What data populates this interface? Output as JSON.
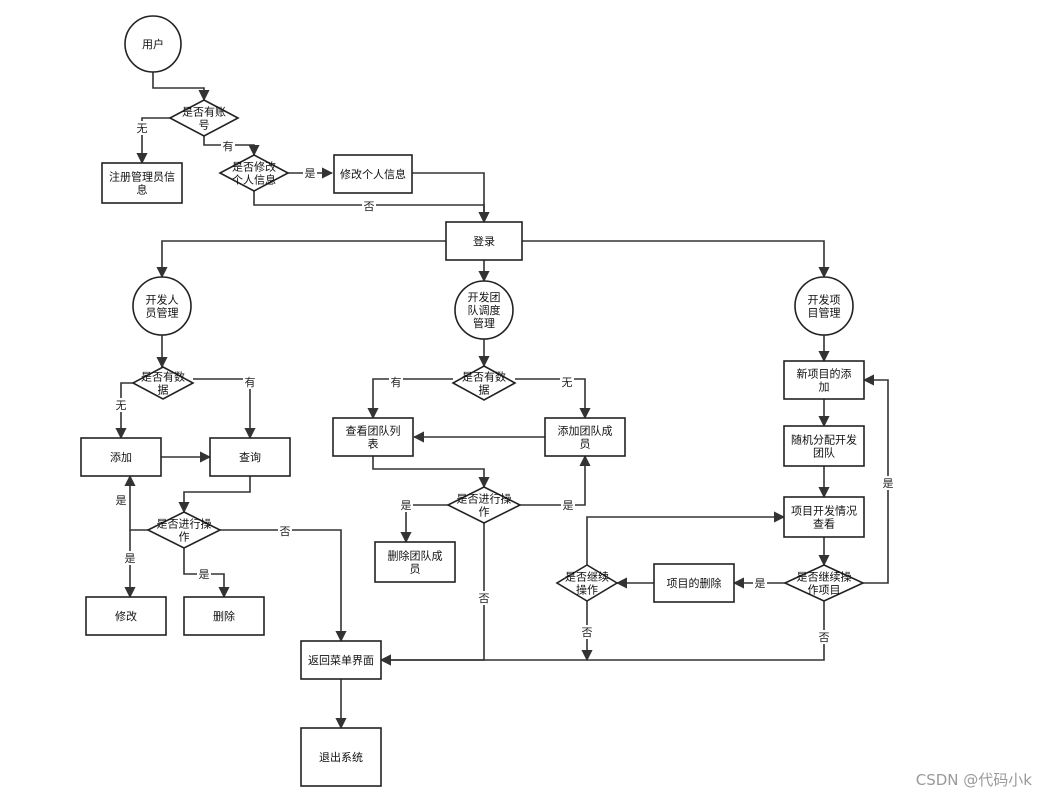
{
  "nodes": [
    {
      "id": "user",
      "shape": "circle",
      "lines": [
        "用户"
      ]
    },
    {
      "id": "has_account",
      "shape": "diamond",
      "lines": [
        "是否有账",
        "号"
      ]
    },
    {
      "id": "register_admin",
      "shape": "rect",
      "lines": [
        "注册管理员信",
        "息"
      ]
    },
    {
      "id": "modify_q",
      "shape": "diamond",
      "lines": [
        "是否修改",
        "个人信息"
      ]
    },
    {
      "id": "modify_info",
      "shape": "rect",
      "lines": [
        "修改个人信息"
      ]
    },
    {
      "id": "login",
      "shape": "rect",
      "lines": [
        "登录"
      ]
    },
    {
      "id": "dev_staff",
      "shape": "circle",
      "lines": [
        "开发人",
        "员管理"
      ]
    },
    {
      "id": "dev_team",
      "shape": "circle",
      "lines": [
        "开发团",
        "队调度",
        "管理"
      ]
    },
    {
      "id": "dev_project",
      "shape": "circle",
      "lines": [
        "开发项",
        "目管理"
      ]
    },
    {
      "id": "staff_has_data",
      "shape": "diamond",
      "lines": [
        "是否有数",
        "据"
      ]
    },
    {
      "id": "staff_add",
      "shape": "rect",
      "lines": [
        "添加"
      ]
    },
    {
      "id": "staff_query",
      "shape": "rect",
      "lines": [
        "查询"
      ]
    },
    {
      "id": "staff_op_q",
      "shape": "diamond",
      "lines": [
        "是否进行操",
        "作"
      ]
    },
    {
      "id": "staff_edit",
      "shape": "rect",
      "lines": [
        "修改"
      ]
    },
    {
      "id": "staff_delete",
      "shape": "rect",
      "lines": [
        "删除"
      ]
    },
    {
      "id": "team_has_data",
      "shape": "diamond",
      "lines": [
        "是否有数",
        "据"
      ]
    },
    {
      "id": "team_list",
      "shape": "rect",
      "lines": [
        "查看团队列",
        "表"
      ]
    },
    {
      "id": "team_add_member",
      "shape": "rect",
      "lines": [
        "添加团队成",
        "员"
      ]
    },
    {
      "id": "team_op_q",
      "shape": "diamond",
      "lines": [
        "是否进行操",
        "作"
      ]
    },
    {
      "id": "team_del_member",
      "shape": "rect",
      "lines": [
        "删除团队成",
        "员"
      ]
    },
    {
      "id": "proj_add",
      "shape": "rect",
      "lines": [
        "新项目的添",
        "加"
      ]
    },
    {
      "id": "proj_assign",
      "shape": "rect",
      "lines": [
        "随机分配开发",
        "团队"
      ]
    },
    {
      "id": "proj_view",
      "shape": "rect",
      "lines": [
        "项目开发情况",
        "查看"
      ]
    },
    {
      "id": "proj_continue_q",
      "shape": "diamond",
      "lines": [
        "是否继续操",
        "作项目"
      ]
    },
    {
      "id": "proj_delete",
      "shape": "rect",
      "lines": [
        "项目的删除"
      ]
    },
    {
      "id": "proj_continue_q2",
      "shape": "diamond",
      "lines": [
        "是否继续",
        "操作"
      ]
    },
    {
      "id": "back_menu",
      "shape": "rect",
      "lines": [
        "返回菜单界面"
      ]
    },
    {
      "id": "exit",
      "shape": "rect",
      "lines": [
        "退出系统"
      ]
    }
  ],
  "edge_labels": {
    "none": "无",
    "has": "有",
    "yes": "是",
    "no": "否"
  },
  "watermark": "CSDN @代码小k"
}
